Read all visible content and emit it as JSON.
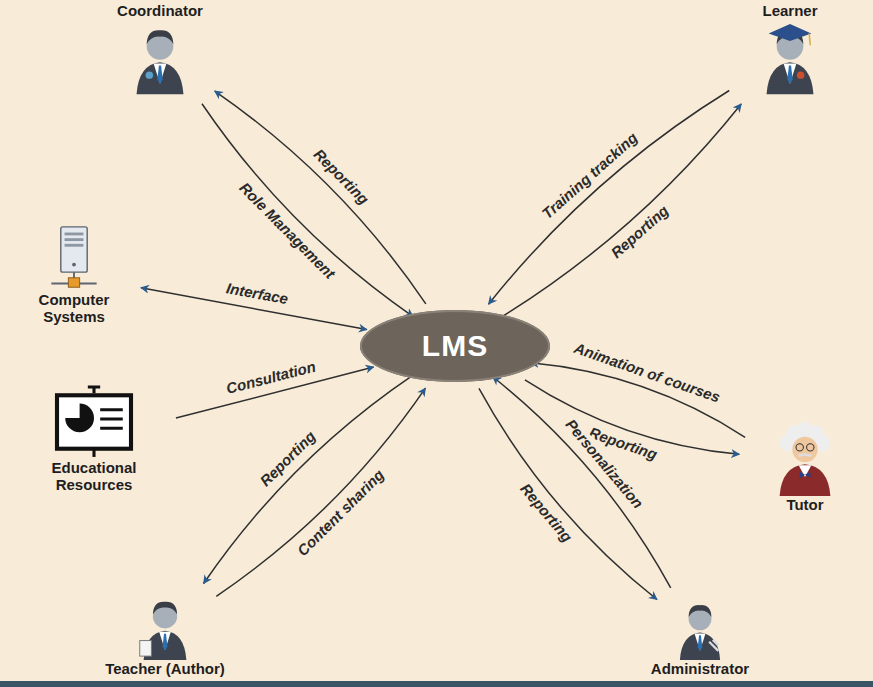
{
  "diagram": {
    "nodes": [
      {
        "text": [
          "Coordinator"
        ]
      },
      {
        "text": [
          "Learner"
        ]
      },
      {
        "text": [
          "Computer Systems"
        ]
      },
      {
        "text": [
          "LMS"
        ]
      },
      {
        "text": [
          "Educational Resources"
        ]
      },
      {
        "text": [
          "Tutor"
        ]
      },
      {
        "text": [
          "Teacher (Author)"
        ]
      },
      {
        "text": [
          "Administrator"
        ]
      }
    ],
    "edges": [
      {
        "from": 3,
        "to": 0,
        "label": "Reporting",
        "arrow": "to"
      },
      {
        "from": 0,
        "to": 3,
        "label": "Role Management",
        "arrow": "to"
      },
      {
        "from": 3,
        "to": 1,
        "label": "Reporting",
        "arrow": "to"
      },
      {
        "from": 1,
        "to": 3,
        "label": "Training tracking",
        "arrow": "to"
      },
      {
        "from": 2,
        "to": 3,
        "label": "Interface",
        "arrow": "both"
      },
      {
        "from": 4,
        "to": 3,
        "label": "Consultation",
        "arrow": "to"
      },
      {
        "from": 5,
        "to": 3,
        "label": "Animation of courses",
        "arrow": "to"
      },
      {
        "from": 3,
        "to": 5,
        "label": "Reporting",
        "arrow": "to"
      },
      {
        "from": 3,
        "to": 6,
        "label": "Reporting",
        "arrow": "to"
      },
      {
        "from": 6,
        "to": 3,
        "label": "Content sharing",
        "arrow": "to"
      },
      {
        "from": 3,
        "to": 7,
        "label": "Reporting",
        "arrow": "to"
      },
      {
        "from": 7,
        "to": 3,
        "label": "Personalization",
        "arrow": "to"
      }
    ]
  }
}
